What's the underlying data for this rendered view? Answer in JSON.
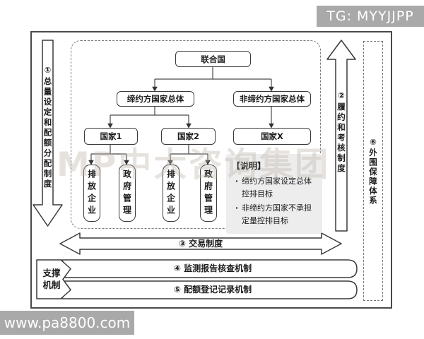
{
  "badge": "TG: MYYJJPP",
  "site_watermark": "www.pa8800.com",
  "center_watermark": "MP中大咨询集团",
  "colors": {
    "line": "#3a3a3a",
    "badge_bg": "#a9a9a9",
    "note_bg": "#ededed",
    "frame": "#4a4a4a"
  },
  "arrows": {
    "quota": "①总量设定和配额分配制度",
    "compliance": "②履约和考核制度",
    "trading": "③ 交易制度"
  },
  "bars": {
    "support": "支撑机制",
    "mrv": "④ 监测报告核查机制",
    "registry": "⑤ 配额登记记录机制"
  },
  "guarantee": "⑥外围保障体系",
  "tree": {
    "un": "联合国",
    "party": "缔约方国家总体",
    "non_party": "非缔约方国家总体",
    "country1": "国家1",
    "country2": "国家2",
    "countryX": "国家X",
    "emitter": "排放企业",
    "government": "政府管理"
  },
  "note": {
    "title": "【说明】",
    "bullet": "·",
    "items": [
      "缔约方国家设定总体控排目标",
      "非缔约方国家不承担定量控排目标"
    ]
  }
}
